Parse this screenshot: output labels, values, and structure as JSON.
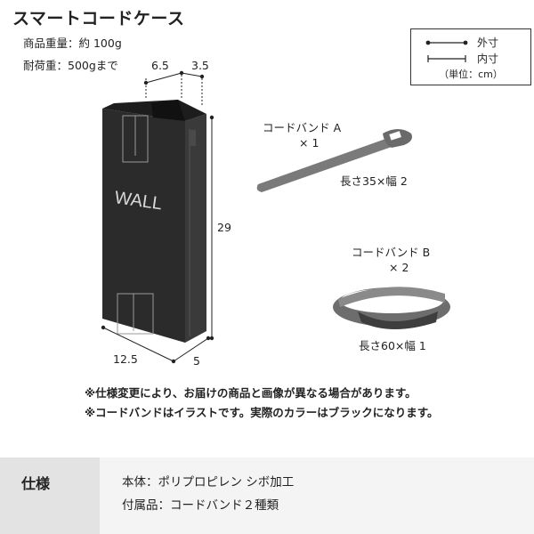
{
  "title": "スマートコードケース",
  "specs_top": [
    "商品重量：約 100g",
    "耐荷重：500gまで"
  ],
  "legend": {
    "outer": "外寸",
    "inner": "内寸",
    "unit": "（単位：cm）"
  },
  "case": {
    "brand": "WALL",
    "dim_width": "12.5",
    "dim_depth": "5",
    "dim_height": "29",
    "dim_top_outer": "6.5",
    "dim_top_inner": "3.5"
  },
  "band_a": {
    "name": "コードバンド A",
    "qty": "× 1",
    "size": "長さ35×幅 2"
  },
  "band_b": {
    "name": "コードバンド B",
    "qty": "× 2",
    "size": "長さ60×幅 1"
  },
  "notes": [
    "※仕様変更により、お届けの商品と画像が異なる場合があります。",
    "※コードバンドはイラストです。実際のカラーはブラックになります。"
  ],
  "spec_section": {
    "heading": "仕様",
    "items": [
      "本体：ポリプロピレン シボ加工",
      "付属品：コードバンド２種類"
    ]
  },
  "colors": {
    "case": "#2b2b2b",
    "band": "#6d6d6d",
    "spec_bg": "#f4f4f4",
    "spec_head_bg": "#e3e3e3"
  }
}
